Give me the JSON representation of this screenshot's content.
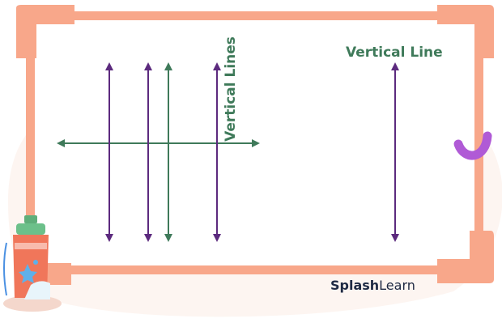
{
  "labels": {
    "vertical_lines": "Vertical Lines",
    "vertical_line": "Vertical Line"
  },
  "brand": {
    "part1": "Splash",
    "part2": "Learn"
  },
  "colors": {
    "frame": "#f8a78a",
    "purple": "#5c2a7e",
    "green": "#3f7a5a",
    "blob": "#fbeee8",
    "accent": "#b05ad6"
  },
  "icons": [
    "water-bottle-icon",
    "squiggle-decoration"
  ]
}
